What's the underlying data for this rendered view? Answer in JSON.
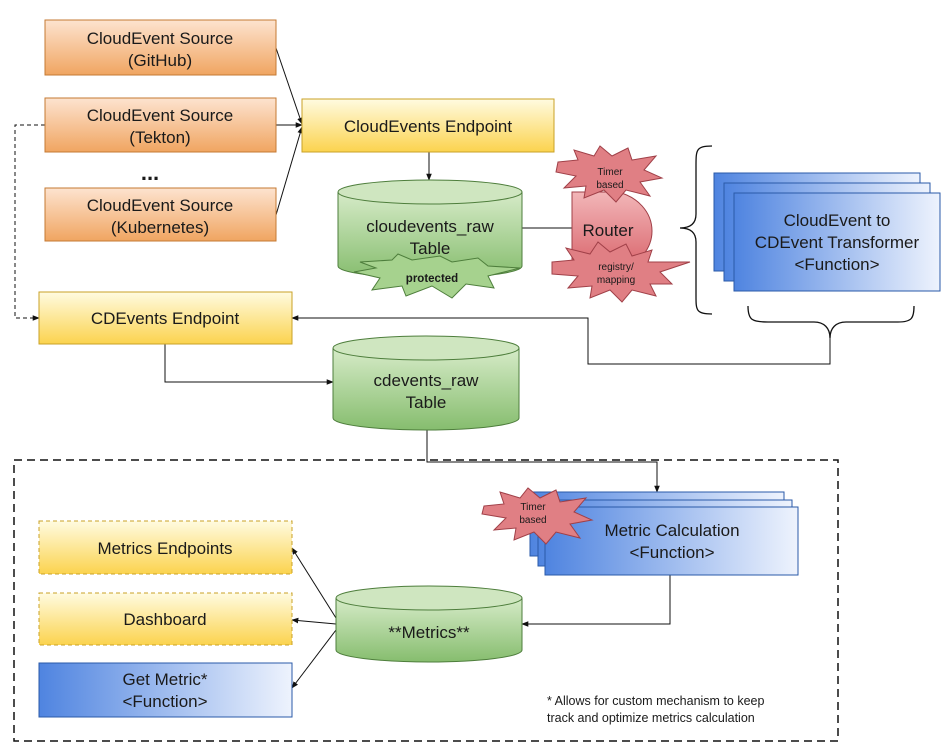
{
  "sources": [
    {
      "line1": "CloudEvent Source",
      "line2": "(GitHub)"
    },
    {
      "line1": "CloudEvent Source",
      "line2": "(Tekton)"
    },
    {
      "line1": "CloudEvent Source",
      "line2": "(Kubernetes)"
    }
  ],
  "ellipsis": "...",
  "cloudevents_endpoint": "CloudEvents Endpoint",
  "cloudevents_raw": {
    "line1": "cloudevents_raw",
    "line2": "Table",
    "badge": "protected"
  },
  "router": {
    "label": "Router",
    "timer_line1": "Timer",
    "timer_line2": "based",
    "registry_line1": "registry/",
    "registry_line2": "mapping"
  },
  "transformer": {
    "line1": "CloudEvent to",
    "line2": "CDEvent Transformer",
    "line3": "<Function>"
  },
  "cdevents_endpoint": "CDEvents Endpoint",
  "cdevents_raw": {
    "line1": "cdevents_raw",
    "line2": "Table"
  },
  "metric_calc": {
    "line1": "Metric Calculation",
    "line2": "<Function>",
    "timer_line1": "Timer",
    "timer_line2": "based"
  },
  "metrics_endpoints": "Metrics Endpoints",
  "dashboard": "Dashboard",
  "metrics_db": "**Metrics**",
  "get_metric": {
    "line1": "Get Metric*",
    "line2": "<Function>"
  },
  "footnote": {
    "line1": "* Allows for custom mechanism to keep",
    "line2": "track and optimize metrics calculation"
  },
  "colors": {
    "orange_top": "#fde3cf",
    "orange_bottom": "#f0a561",
    "orange_stroke": "#c47a33",
    "yellow_top": "#fffbe0",
    "yellow_bottom": "#fbd34e",
    "yellow_stroke": "#c9a227",
    "green_top": "#cfe6c0",
    "green_bottom": "#8fc478",
    "green_stroke": "#4e7e3c",
    "blue_top": "#e9f0fc",
    "blue_bottom": "#4f84e0",
    "blue_stroke": "#2a5aa8",
    "red_fill": "#e07f84",
    "red_stroke": "#a04048"
  }
}
